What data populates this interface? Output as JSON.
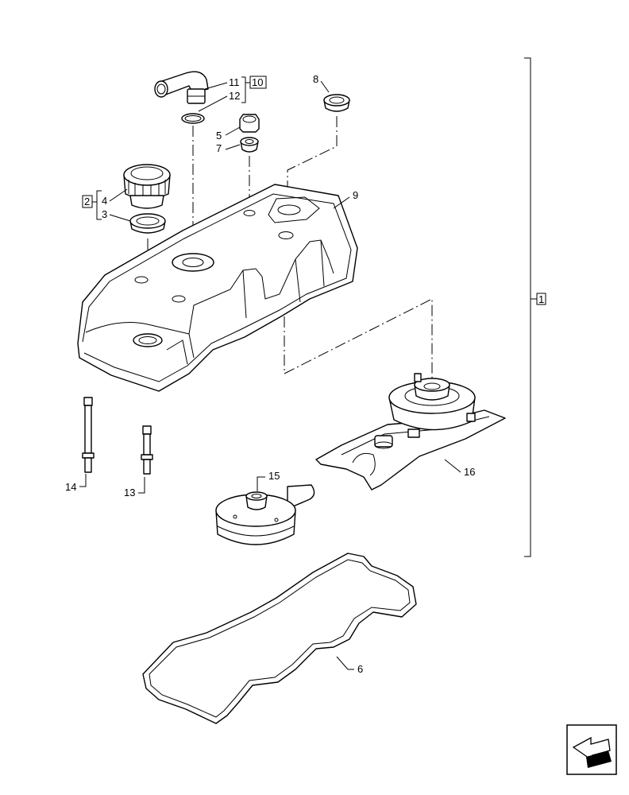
{
  "callouts": {
    "c1": "1",
    "c2": "2",
    "c3": "3",
    "c4": "4",
    "c5": "5",
    "c6": "6",
    "c7": "7",
    "c8": "8",
    "c9": "9",
    "c10": "10",
    "c11": "11",
    "c12": "12",
    "c13": "13",
    "c14": "14",
    "c15": "15",
    "c16": "16"
  },
  "nav_icon": "arrow-back-icon"
}
